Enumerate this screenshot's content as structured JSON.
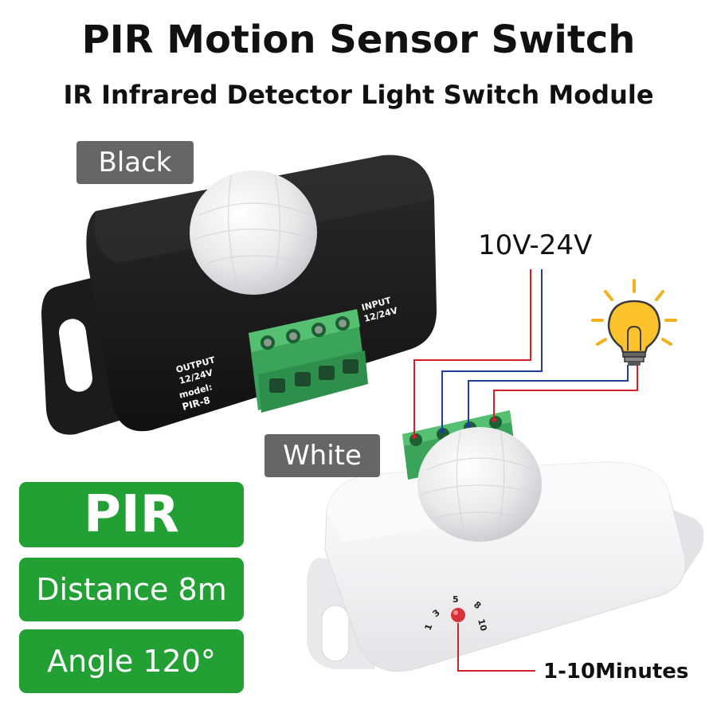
{
  "header": {
    "title": "PIR Motion Sensor Switch",
    "subtitle": "IR Infrared Detector Light Switch Module"
  },
  "variants": {
    "black_label": "Black",
    "white_label": "White"
  },
  "badges": {
    "pir": "PIR",
    "distance": "Distance 8m",
    "angle": "Angle 120°"
  },
  "wiring": {
    "voltage": "10V-24V",
    "timer": "1-10Minutes"
  },
  "black_module": {
    "input_label": "INPUT",
    "input_voltage": "12/24V",
    "output_label": "OUTPUT",
    "output_voltage": "12/24V",
    "model_label": "model:",
    "model_value": "PIR-8"
  },
  "dial_marks": [
    "1",
    "3",
    "5",
    "8",
    "10"
  ],
  "colors": {
    "badge_green": "#22a033",
    "tag_gray": "#666666",
    "wire_red": "#d0202a",
    "wire_blue": "#1f3fa0",
    "terminal_green": "#3aa55a"
  },
  "icons": {
    "bulb": "lightbulb-icon"
  }
}
